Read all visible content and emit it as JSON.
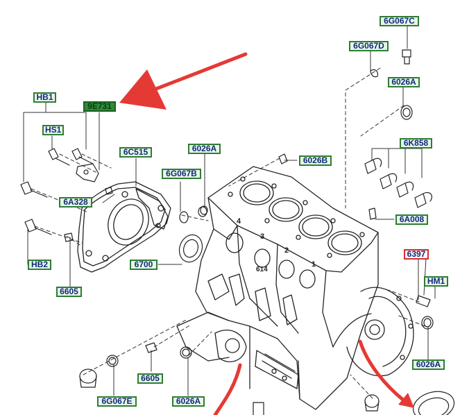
{
  "callouts": {
    "c_6g067c": "6G067C",
    "c_6g067d": "6G067D",
    "c_6026a_top": "6026A",
    "c_hb1": "HB1",
    "c_9e731": "9E731",
    "c_hs1": "HS1",
    "c_6c515": "6C515",
    "c_6026a_mid": "6026A",
    "c_6026b": "6026B",
    "c_6g067b": "6G067B",
    "c_6k858": "6K858",
    "c_6a328": "6A328",
    "c_6a008": "6A008",
    "c_6397": "6397",
    "c_hb2": "HB2",
    "c_6700": "6700",
    "c_hm1": "HM1",
    "c_6605_left": "6605",
    "c_6605_bottom": "6605",
    "c_6g067e": "6G067E",
    "c_6026a_bottom": "6026A",
    "c_6026a_right": "6026A"
  },
  "cylinder_numbers": [
    "4",
    "3",
    "2",
    "1"
  ],
  "block_marking": "614",
  "colors": {
    "callout_border": "#2e7d32",
    "callout_fill": "#e8f5e9",
    "callout_text": "#0d2b7a",
    "highlight_fill": "#2e8b3a",
    "alert_red": "#e53935"
  }
}
